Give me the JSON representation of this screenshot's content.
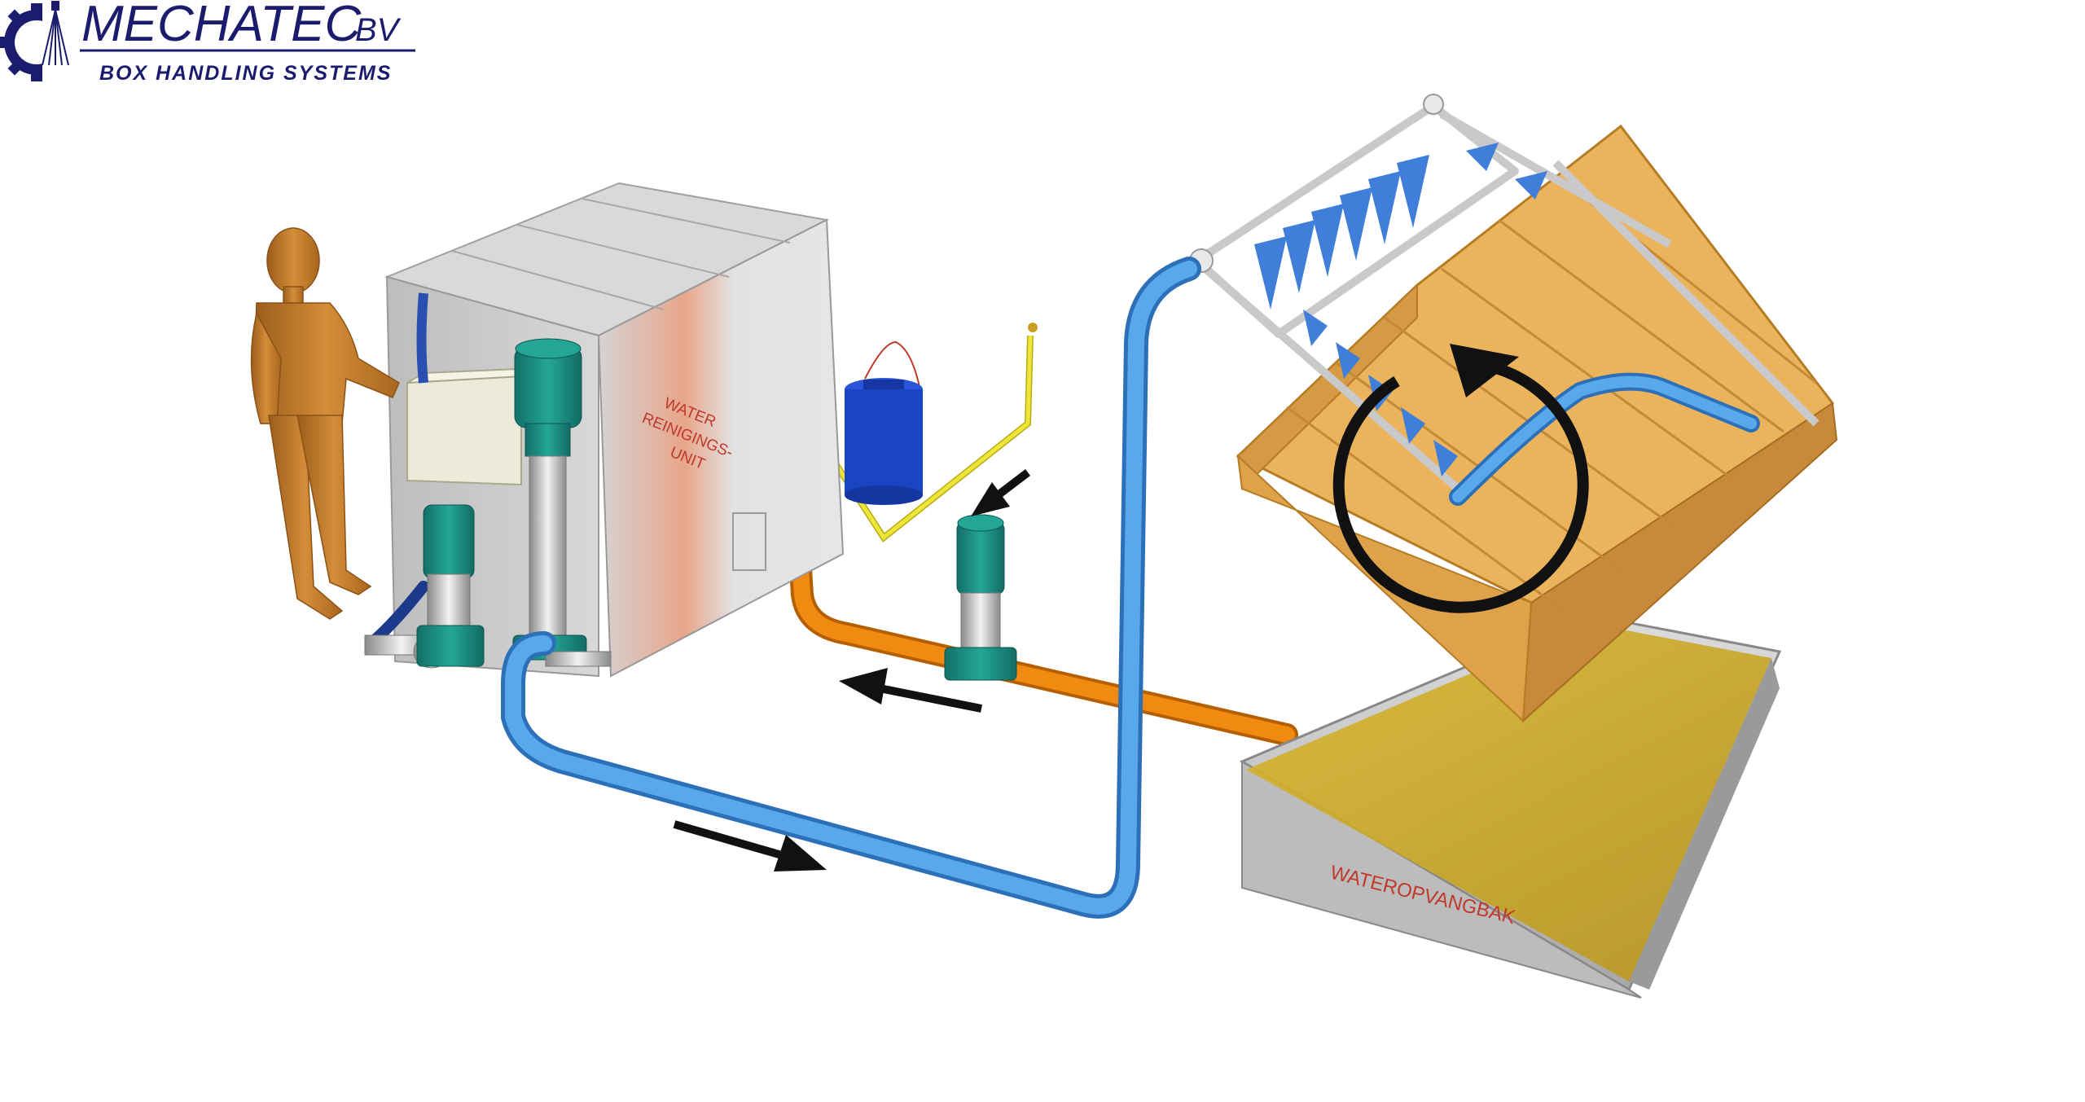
{
  "logo": {
    "name": "MECHATEC",
    "suffix": "BV",
    "tagline": "BOX HANDLING SYSTEMS",
    "color": "#1c1c6e"
  },
  "labels": {
    "unit": [
      "WATER",
      "REINIGINGS-",
      "UNIT"
    ],
    "tray": "WATEROPVANGBAK",
    "color": "#c0392b"
  },
  "colors": {
    "pipe_blue": "#4a9ae0",
    "pipe_orange": "#f08a10",
    "pipe_yellow": "#e8df2a",
    "pump_teal": "#1b8f85",
    "crate_wood": "#eab35c",
    "water": "#c9a823",
    "tank_blue": "#1a45c2",
    "figure": "#c47d2a",
    "cabinet": "#c9c9c9"
  },
  "icons": [
    "gear-icon",
    "spray-icon",
    "rotation-arrow-icon",
    "flow-arrow-icon"
  ]
}
